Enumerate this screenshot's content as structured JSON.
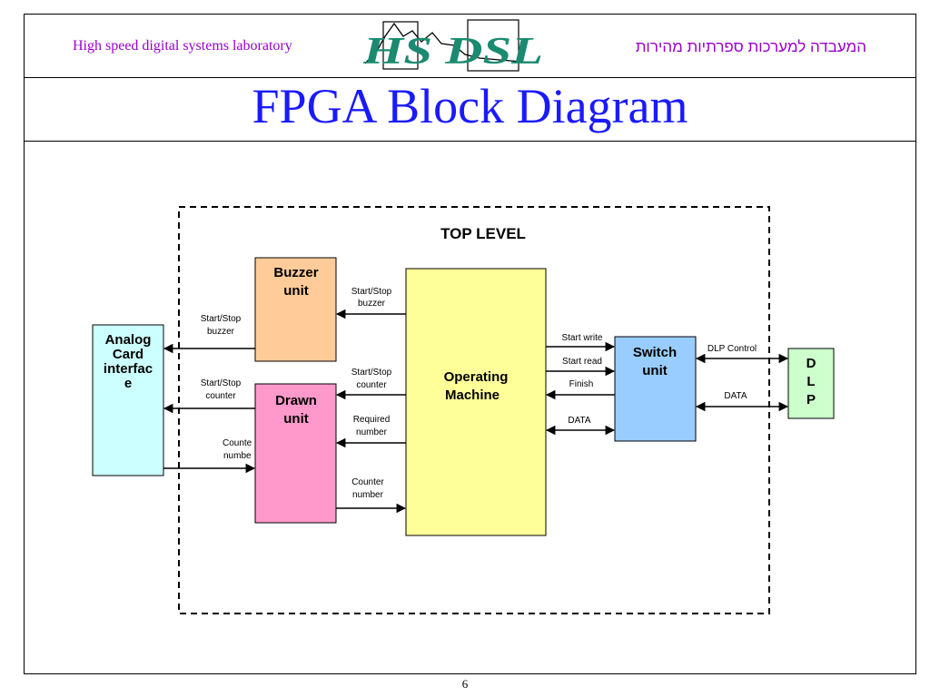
{
  "header": {
    "lab_name_en": "High speed digital systems laboratory",
    "lab_name_he": "המעבדה למערכות ספרתיות מהירות",
    "logo_text": "HS DSL"
  },
  "title": "FPGA Block Diagram",
  "diagram": {
    "top_level_label": "TOP LEVEL",
    "blocks": {
      "analog": [
        "Analog",
        "Card",
        "interfac",
        "e"
      ],
      "buzzer": [
        "Buzzer",
        "unit"
      ],
      "drawn": [
        "Drawn",
        "unit"
      ],
      "operating": [
        "Operating",
        "Machine"
      ],
      "switch": [
        "Switch",
        "unit"
      ],
      "dlp": [
        "D",
        "L",
        "P"
      ]
    },
    "signals": {
      "om_buzzer": [
        "Start/Stop",
        "buzzer"
      ],
      "buzzer_analog": [
        "Start/Stop",
        "buzzer"
      ],
      "om_drawn_ss": [
        "Start/Stop",
        "counter"
      ],
      "drawn_analog": [
        "Start/Stop",
        "counter"
      ],
      "om_drawn_req": [
        "Required",
        "number"
      ],
      "analog_drawn": [
        "Counte",
        "numbe"
      ],
      "drawn_om": [
        "Counter",
        "number"
      ],
      "start_write": "Start write",
      "start_read": "Start read",
      "finish": "Finish",
      "data_om_switch": "DATA",
      "dlp_control": "DLP Control",
      "data_switch_dlp": "DATA"
    },
    "colors": {
      "analog": "#ccffff",
      "buzzer": "#ffcc99",
      "drawn": "#ff99cc",
      "operating": "#ffff99",
      "switch": "#99ccff",
      "dlp": "#ccffcc"
    }
  },
  "page_number": "6"
}
